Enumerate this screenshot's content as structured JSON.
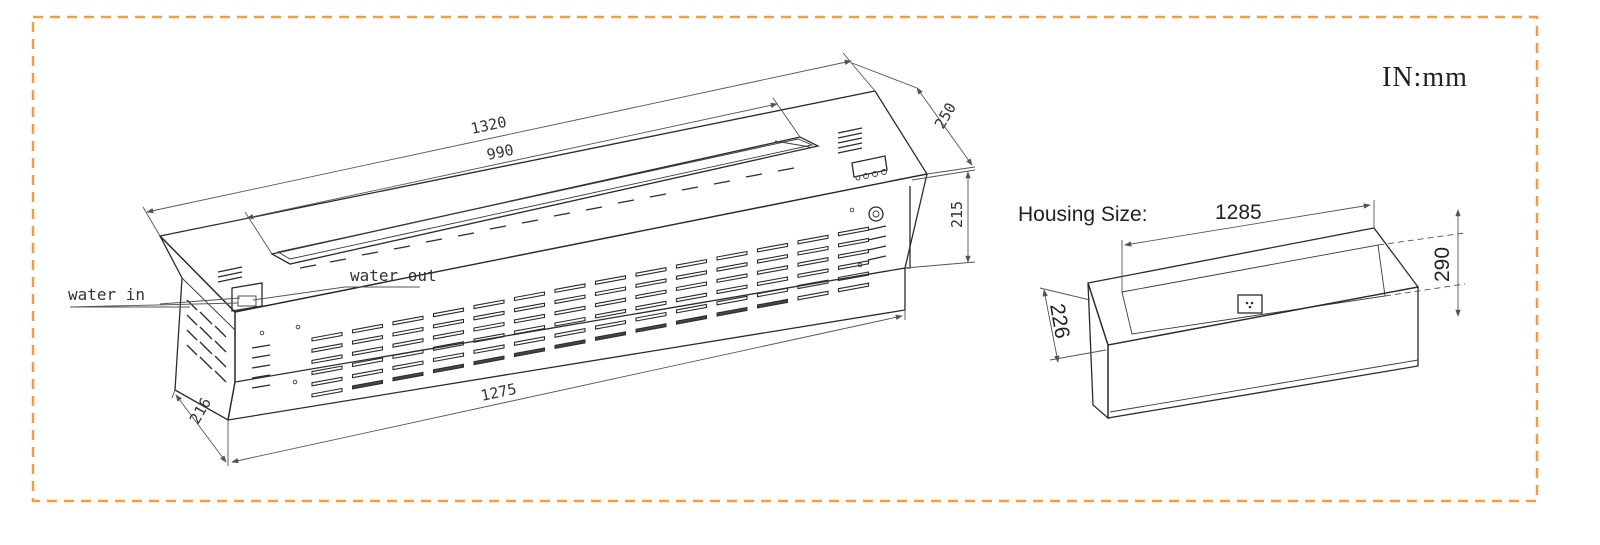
{
  "border_color": "#F0A040",
  "unit_label": "IN:mm",
  "housing_label": "Housing Size:",
  "main_unit": {
    "dim_length_total": "1320",
    "dim_burner": "990",
    "dim_depth_top": "250",
    "dim_height": "215",
    "dim_length_bottom": "1275",
    "dim_depth_side": "216",
    "label_water_in": "water in",
    "label_water_out": "water out"
  },
  "housing": {
    "dim_length": "1285",
    "dim_depth": "290",
    "dim_height": "226"
  }
}
